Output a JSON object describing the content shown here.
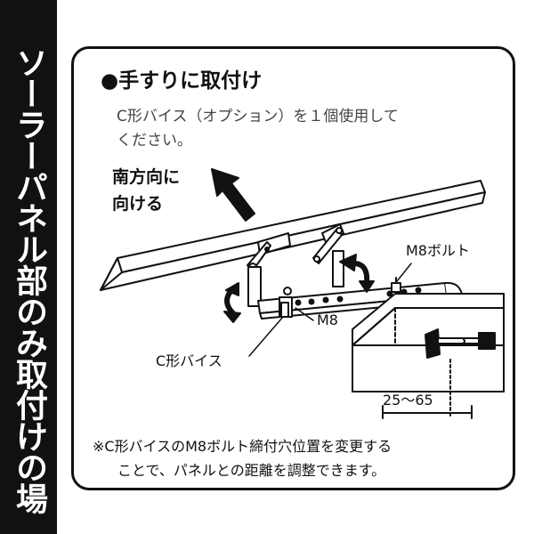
{
  "side_title": "ソーラーパネル部のみ取付けの場合",
  "heading": "●手すりに取付け",
  "description": [
    "C形バイス（オプション）を１個使用して",
    "ください。"
  ],
  "labels": {
    "direction": [
      "南方向に",
      "向ける"
    ],
    "m8_bolt": "M8ボルト",
    "m8": "M8",
    "c_vise": "C形バイス",
    "range": "25～65"
  },
  "note": [
    "※C形バイスのM8ボルト締付穴位置を変更する",
    "ことで、パネルとの距離を調整できます。"
  ],
  "colors": {
    "band": "#111111",
    "line": "#111111",
    "text": "#111111"
  }
}
